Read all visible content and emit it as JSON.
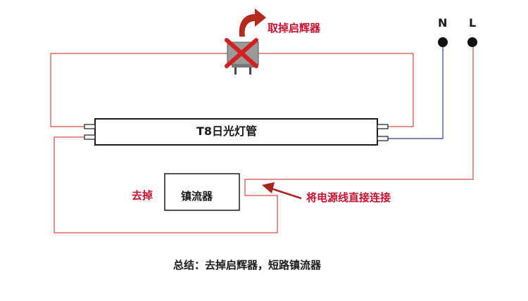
{
  "terminals": {
    "neutral_label": "N",
    "live_label": "L"
  },
  "tube": {
    "label": "T8日光灯管"
  },
  "starter": {
    "annotation": "取掉启辉器"
  },
  "ballast": {
    "label": "镇流器",
    "annotation": "去掉"
  },
  "connection_note": "将电源线直接连接",
  "summary": "总结：去掉启辉器，短路镇流器",
  "colors": {
    "wire_red": "#d44a4a",
    "wire_blue": "#2b3f9a",
    "annotation_red": "#c8102e",
    "starter_x": "#d21f1f",
    "outline": "#1a1a1a"
  },
  "icons": {
    "starter": "starter-plug-icon",
    "remove_mark": "x-mark-icon",
    "curved_arrow": "curved-arrow-icon",
    "pointer_arrow": "arrow-icon"
  }
}
